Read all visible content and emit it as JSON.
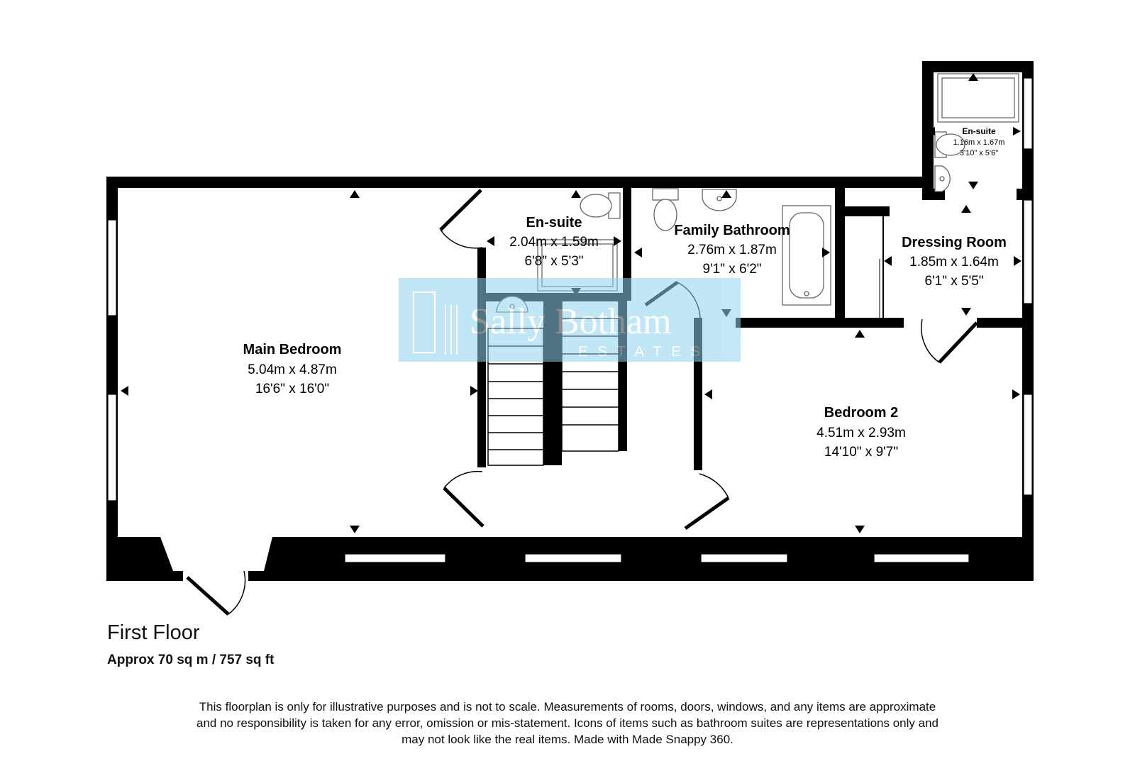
{
  "floor": {
    "title": "First Floor",
    "area": "Approx 70 sq m / 757 sq ft"
  },
  "rooms": {
    "main_bedroom": {
      "name": "Main Bedroom",
      "metric": "5.04m x 4.87m",
      "imperial": "16'6\" x 16'0\""
    },
    "ensuite_1": {
      "name": "En-suite",
      "metric": "2.04m x 1.59m",
      "imperial": "6'8\" x 5'3\""
    },
    "family_bathroom": {
      "name": "Family Bathroom",
      "metric": "2.76m x 1.87m",
      "imperial": "9'1\" x 6'2\""
    },
    "dressing_room": {
      "name": "Dressing Room",
      "metric": "1.85m x 1.64m",
      "imperial": "6'1\" x 5'5\""
    },
    "ensuite_2": {
      "name": "En-suite",
      "metric": "1.16m x 1.67m",
      "imperial": "3'10\" x 5'6\""
    },
    "bedroom_2": {
      "name": "Bedroom 2",
      "metric": "4.51m x 2.93m",
      "imperial": "14'10\" x 9'7\""
    }
  },
  "watermark": {
    "name": "Sally Botham",
    "subtitle": "ESTATES",
    "color": "#8fd3f0"
  },
  "disclaimer": {
    "line1": "This floorplan is only for illustrative purposes and is not to scale. Measurements of rooms, doors, windows, and any items are approximate",
    "line2": "and no responsibility is taken for any error, omission or mis-statement. Icons of items such as bathroom suites are representations only and",
    "line3": "may not look like the real items. Made with Made Snappy 360."
  },
  "colors": {
    "wall": "#000000",
    "background": "#ffffff"
  }
}
